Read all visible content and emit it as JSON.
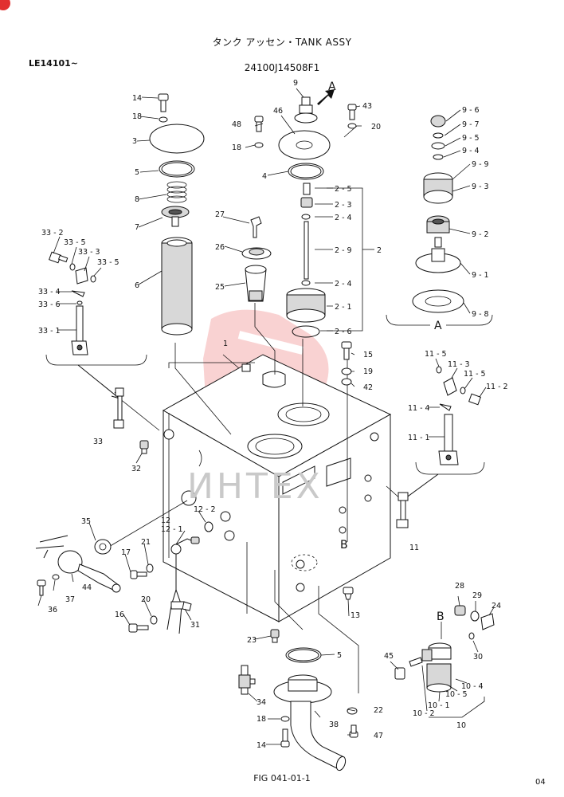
{
  "header": {
    "title": "タンク アッセン・TANK ASSY",
    "serial": "LE14101~",
    "part_number": "24100J14508F1"
  },
  "footer": {
    "figure": "FIG 041-01-1",
    "page": "04"
  },
  "watermark": {
    "text": "ИНТЕХ",
    "color": "#f4b6b6"
  },
  "callouts": {
    "c14a": "14",
    "c18a": "18",
    "c3": "3",
    "c5a": "5",
    "c8": "8",
    "c7": "7",
    "c6": "6",
    "c9": "9",
    "cA1": "A",
    "c46": "46",
    "c43": "43",
    "c48": "48",
    "c20a": "20",
    "c18b": "18",
    "c4": "4",
    "c2_5": "2 - 5",
    "c2_3": "2 - 3",
    "c2_4a": "2 - 4",
    "c2_9": "2 - 9",
    "c2_4b": "2 - 4",
    "c2_1": "2 - 1",
    "c2_6": "2 - 6",
    "c2": "2",
    "c27": "27",
    "c26": "26",
    "c25": "25",
    "c9_6": "9 - 6",
    "c9_7": "9 - 7",
    "c9_5": "9 - 5",
    "c9_4": "9 - 4",
    "c9_9": "9 - 9",
    "c9_3": "9 - 3",
    "c9_2": "9 - 2",
    "c9_1": "9 - 1",
    "c9_8": "9 - 8",
    "cA2": "A",
    "c33_2": "33 - 2",
    "c33_5a": "33 - 5",
    "c33_3": "33 - 3",
    "c33_5b": "33 - 5",
    "c33_4": "33 - 4",
    "c33_6": "33 - 6",
    "c33_1": "33 - 1",
    "c33": "33",
    "c1": "1",
    "c15": "15",
    "c19": "19",
    "c42": "42",
    "c11_5a": "11 - 5",
    "c11_3": "11 - 3",
    "c11_5b": "11 - 5",
    "c11_2": "11 - 2",
    "c11_4": "11 - 4",
    "c11_1": "11 - 1",
    "c11": "11",
    "c32": "32",
    "cB1": "B",
    "c35": "35",
    "c12_2": "12 - 2",
    "c12": "12",
    "c12_1": "12 - 1",
    "c17": "17",
    "c21": "21",
    "c44": "44",
    "c37": "37",
    "c36": "36",
    "c16": "16",
    "c20b": "20",
    "c31": "31",
    "c13": "13",
    "c23": "23",
    "c5b": "5",
    "c28": "28",
    "c29": "29",
    "c24": "24",
    "cB2": "B",
    "c30": "30",
    "c45": "45",
    "c10_4": "10 - 4",
    "c10_5": "10 - 5",
    "c10_1": "10 - 1",
    "c10_2": "10 - 2",
    "c10": "10",
    "c34": "34",
    "c22": "22",
    "c18c": "18",
    "c38": "38",
    "c47": "47",
    "c14b": "14"
  }
}
